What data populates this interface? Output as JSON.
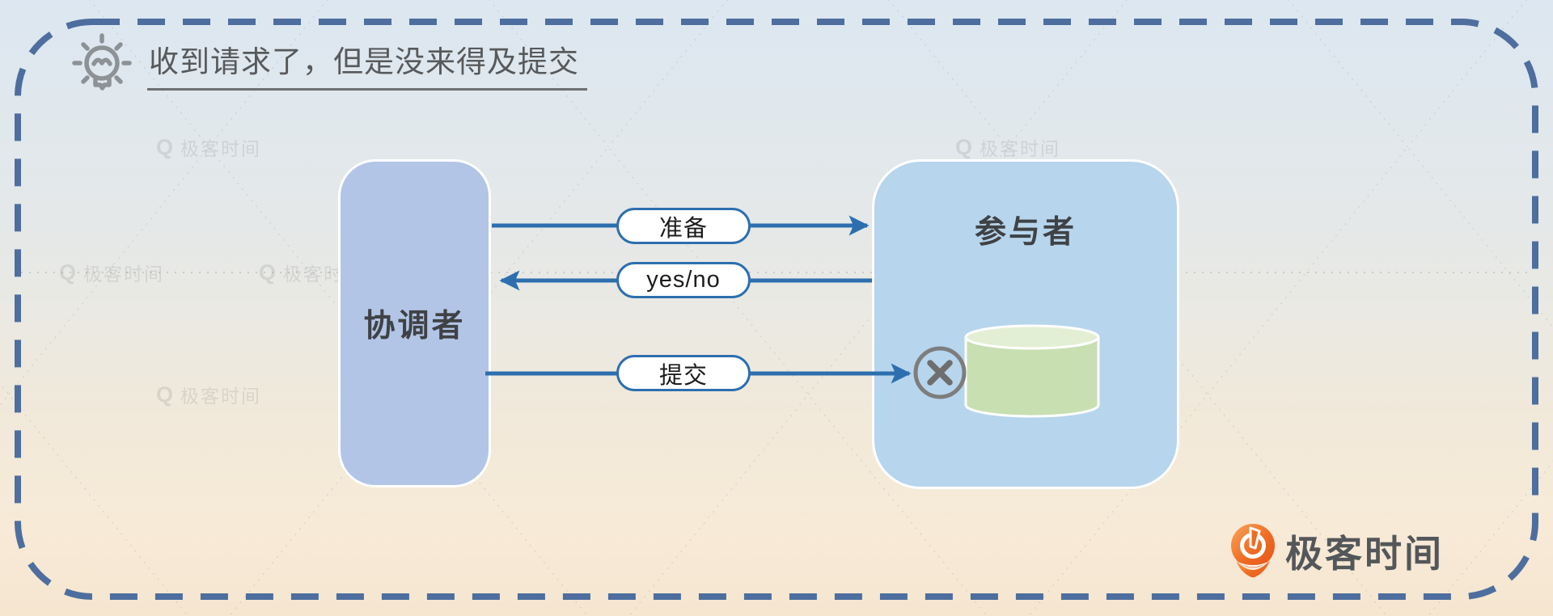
{
  "diagram": {
    "title": "收到请求了，但是没来得及提交",
    "coordinator": {
      "label": "协调者"
    },
    "participant": {
      "label": "参与者"
    },
    "messages": [
      {
        "label": "准备",
        "direction": "right"
      },
      {
        "label": "yes/no",
        "direction": "left"
      },
      {
        "label": "提交",
        "direction": "right"
      }
    ],
    "icons": {
      "title_icon": "lightbulb-icon",
      "failure_icon": "x-circle-icon",
      "storage_icon": "database-cylinder-icon"
    }
  },
  "branding": {
    "logo_text": "极客时间",
    "watermark_text": "极客时间",
    "watermark_mark": "Q"
  },
  "colors": {
    "arrow_blue": "#2d6fae",
    "dashed_border_blue": "#4d6e9e",
    "coordinator_fill": "#b2c5e6",
    "participant_fill": "#b7d5ed",
    "cylinder_green": "#c8dfb2",
    "cylinder_top_green": "#e3efd4",
    "logo_orange": "#ee6c23",
    "bg_top": "#dce7f1",
    "bg_bottom": "#f6e6d0"
  }
}
